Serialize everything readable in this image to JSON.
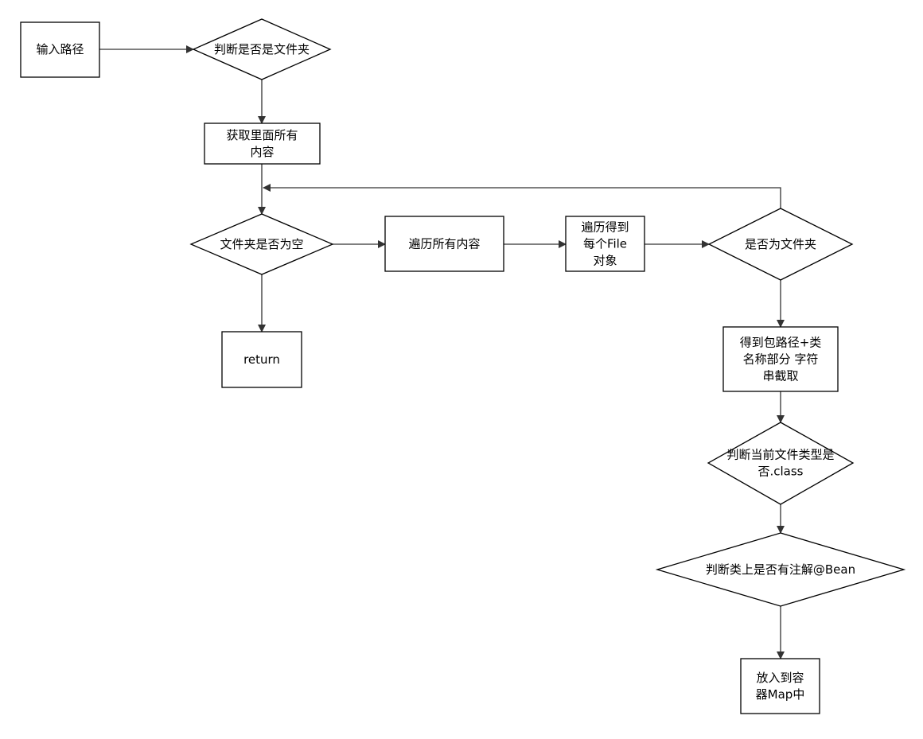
{
  "nodes": {
    "input_path": {
      "lines": [
        "输入路径"
      ]
    },
    "is_folder_check": {
      "lines": [
        "判断是否是文件夹"
      ]
    },
    "get_contents": {
      "lines": [
        "获取里面所有",
        "内容"
      ]
    },
    "folder_empty": {
      "lines": [
        "文件夹是否为空"
      ]
    },
    "traverse_all": {
      "lines": [
        "遍历所有内容"
      ]
    },
    "get_file_objects": {
      "lines": [
        "遍历得到",
        "每个File",
        "对象"
      ]
    },
    "is_folder": {
      "lines": [
        "是否为文件夹"
      ]
    },
    "return_node": {
      "lines": [
        "return"
      ]
    },
    "get_package_path": {
      "lines": [
        "得到包路径+类",
        "名称部分  字符",
        "串截取"
      ]
    },
    "is_class_file": {
      "lines": [
        "判断当前文件类型是",
        "否.class"
      ]
    },
    "has_bean_annotation": {
      "lines": [
        "判断类上是否有注解@Bean"
      ]
    },
    "put_in_container": {
      "lines": [
        "放入到容",
        "器Map中"
      ]
    }
  }
}
